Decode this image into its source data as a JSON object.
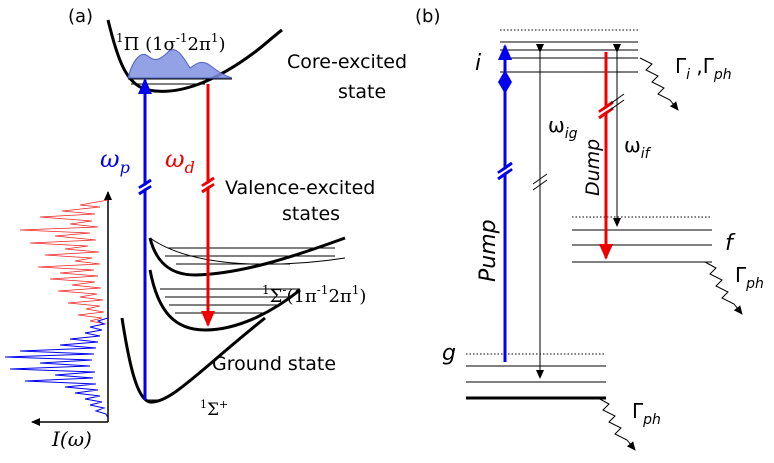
{
  "panel_a": {
    "label": "(a)",
    "core_term": "1Π (1σ",
    "core_term_parts": {
      "sup1": "1",
      "sym": "Π",
      "paren_open": " (1σ",
      "sup2": "-1",
      "mid": "2π",
      "sup3": "1",
      "paren_close": ")"
    },
    "core_excited_line1": "Core-excited",
    "core_excited_line2": "state",
    "omega_p": "ω",
    "omega_p_sub": "p",
    "omega_d": "ω",
    "omega_d_sub": "d",
    "valence_line1": "Valence-excited",
    "valence_line2": "states",
    "valence_term_parts": {
      "sup1": "1",
      "sym": "Σ",
      "sup_minus": "-",
      "paren_open": "(1π",
      "sup2": "-1",
      "mid": "2π",
      "sup3": "1",
      "paren_close": ")"
    },
    "ground_label": "Ground state",
    "ground_term_parts": {
      "sup1": "1",
      "sym": "Σ",
      "sup_plus": "+"
    },
    "intensity_label": "I(ω)",
    "colors": {
      "pump": "#0000ee",
      "dump": "#ee0000",
      "wavepacket": "#8090e0"
    }
  },
  "panel_b": {
    "label": "(b)",
    "level_i": "i",
    "level_f": "f",
    "level_g": "g",
    "pump_label": "Pump",
    "dump_label": "Dump",
    "omega_ig": "ω",
    "omega_ig_sub": "ig",
    "omega_if": "ω",
    "omega_if_sub": "if",
    "gamma_i": "Γ",
    "gamma_i_sub": "i",
    "gamma_i_sep": " ,",
    "gamma_ph": "Γ",
    "gamma_ph_sub": "ph"
  }
}
